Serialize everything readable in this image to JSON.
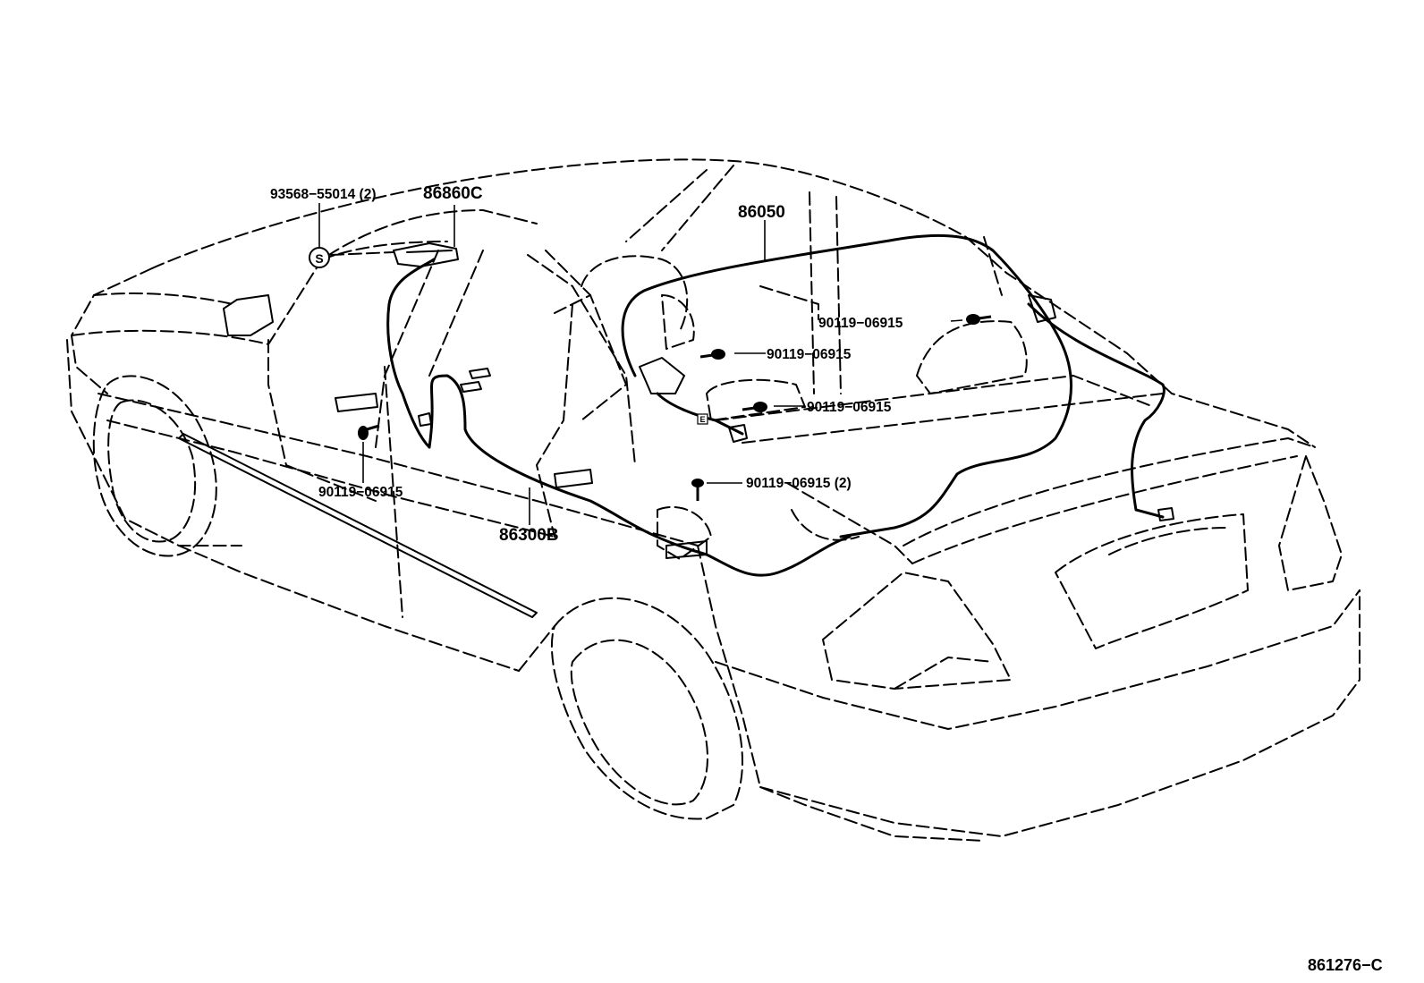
{
  "diagram": {
    "labels": {
      "sealant": "93568−55014 (2)",
      "harness_front": "86860C",
      "antenna_cord": "86050",
      "bolt_rear": "90119−06915",
      "bolt_mid": "90119−06915",
      "bolt_shelf": "90119−06915",
      "bolt_floor": "90119−06915 (2)",
      "bolt_door": "90119−06915",
      "cord_sill": "86300B",
      "sealant_mark": "S",
      "tiny_mark": "E"
    },
    "reference_code": "861276−C"
  }
}
